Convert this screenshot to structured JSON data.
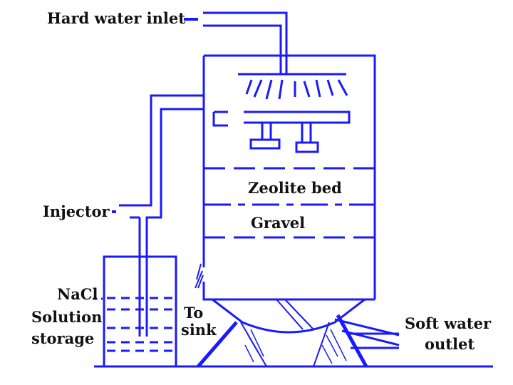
{
  "diagram": {
    "labels": {
      "hard_water_inlet": "Hard water inlet",
      "injector": "Injector",
      "zeolite_bed": "Zeolite bed",
      "gravel": "Gravel",
      "nacl_line1": "NaCl",
      "nacl_line2": "Solution",
      "nacl_line3": "storage",
      "to_sink_line1": "To",
      "to_sink_line2": "sink",
      "soft_water_line1": "Soft water",
      "soft_water_line2": "outlet"
    },
    "colors": {
      "line": "#1a1aff",
      "text": "#111111",
      "background": "#ffffff"
    }
  }
}
